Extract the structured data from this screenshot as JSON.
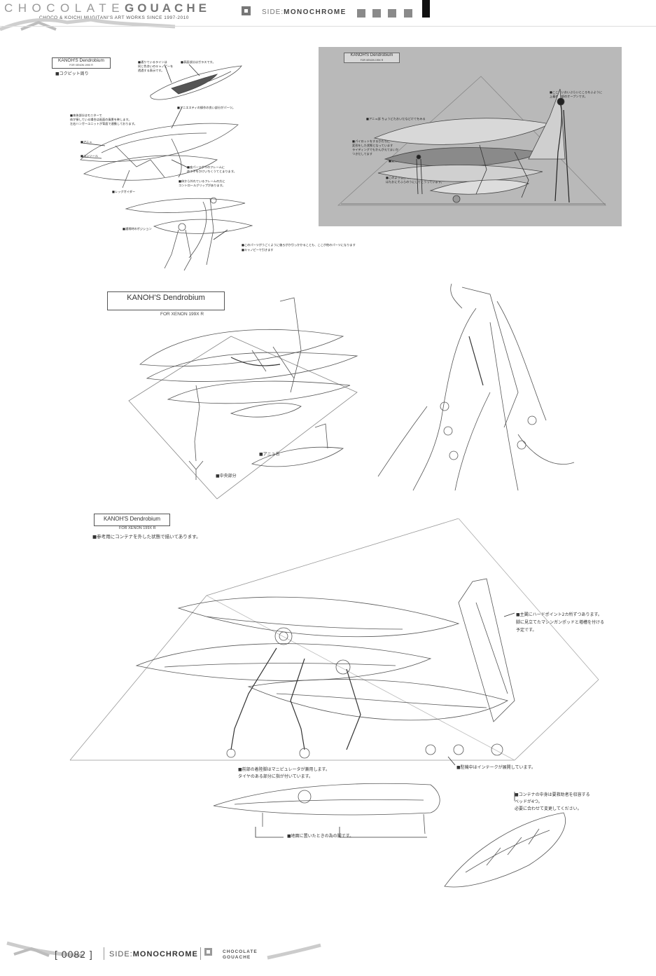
{
  "header": {
    "title_light": "CHOCOLATE",
    "title_bold": "GOUACHE",
    "subtitle": "CHOCO & KOICHI MUGITANI'S ART WORKS SINCE 1997-2010",
    "side_prefix": "SIDE:",
    "side_name": "MONOCHROME"
  },
  "figure1": {
    "label_title": "KANOH'S Dendrobium",
    "label_sub": "FOR XENON 199X R",
    "notes": {
      "cockpit": "■コクピット周り",
      "glass_line": "■通りているラインは\n同じ色合いのキャノピーを\n透過する表示です。",
      "glass": "■表面部分はガラスです。",
      "hairline": "■アニエスティの操作の良い部分がパーツ。",
      "monitor": "■本体部分はモニターで\n体が接している場合は画面の風景を映します。\n左右ハンガーユニットが背面で連動しております。",
      "anime": "■アニュ",
      "control": "■コンソール",
      "frame_seat": "■座パーツが今のフレームに\n体で手をかけいちくうてとまります。",
      "frame_pose": "■体から外れているフレームの方に\nコントロールグリップがあります。",
      "leg_pos": "■レッグガイダー",
      "pose": "■通常時のポジション",
      "part_hint": "■このパーツがうごくように後ろがか引っかかることも、ここが他のパーツになります",
      "canopy_hint": "■キャノピーで引きます"
    }
  },
  "panel": {
    "label_title": "KANOH'S Dendrobium",
    "label_sub": "FOR XENON 199X R",
    "notes": {
      "top_right": "■ここだいおいぶらいところをふように\n上着の中部のオープンです。",
      "mid_left": "■アニュ部 ちょうどたおいだなどけてをみる",
      "left_a": "■パイロットをするかたちに\n変形をした状態となっています\nライディングでもかんがえてまいか\nつきだしてます",
      "left_b": "■姿勢からしてちかつていて",
      "bottom": "■このような形でぶったいみなもどうして\nはたおにそふらのうにしてこうっています。"
    }
  },
  "figure2": {
    "label_title": "KANOH'S Dendrobium",
    "label_sub": "FOR XENON 199X R",
    "notes": {
      "anime_unit": "■アニュ右",
      "center": "■中央部分"
    }
  },
  "figure3": {
    "label_title": "KANOH'S Dendrobium",
    "label_sub": "FOR XENON 199X R",
    "intro": "■参考用にコンテナを外した状態で描いてあります。",
    "notes": {
      "hardpoint": "■主翼にハードポイント2カ所ずつあります。\n脚に見立てたマシンガンポッドと増槽を付ける\n予定です。",
      "intake": "■駐機中はインテークが展開しています。",
      "manipulator": "■前部の着陸脚はマニピュレータが兼用します。\nタイヤのある部分に指が付いています。",
      "ground_legs": "■地面に置いたときの為の脚です。",
      "container": "■コンテナの中身は要救助者を収容する\nベッドが4つ。\n必要に合わせて変更してください。"
    }
  },
  "footer": {
    "page": "[ 0082 ]",
    "side_prefix": "SIDE:",
    "side_name": "MONOCHROME",
    "brand_line1": "CHOCOLATE",
    "brand_line2": "GOUACHE"
  },
  "colors": {
    "ink": "#333333",
    "panel_grey": "#b9b9b9",
    "header_grey": "#9a9a9a",
    "accent_dark": "#111111"
  }
}
